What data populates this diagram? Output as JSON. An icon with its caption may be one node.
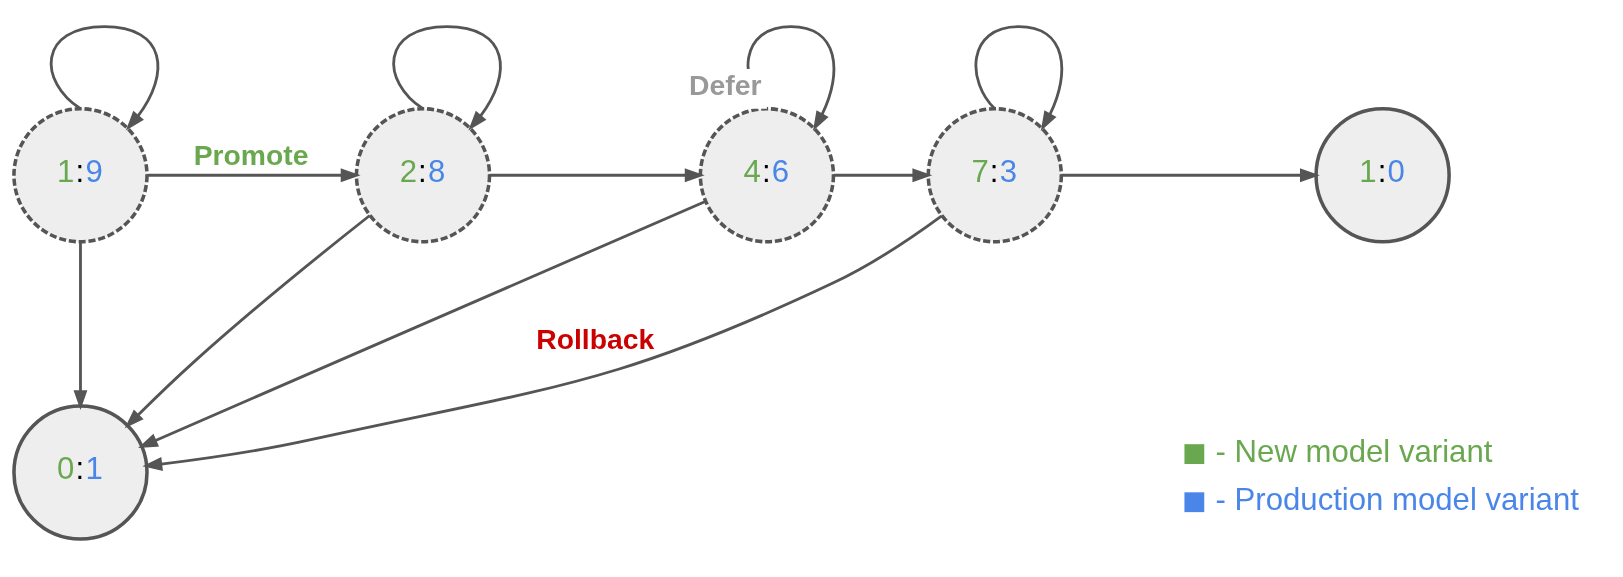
{
  "diagram": {
    "nodes": [
      {
        "text": [
          "1:9"
        ]
      },
      {
        "text": [
          "2:8"
        ]
      },
      {
        "text": [
          "4:6"
        ]
      },
      {
        "text": [
          "7:3"
        ]
      },
      {
        "text": [
          "1:0"
        ]
      },
      {
        "text": [
          "0:1"
        ]
      }
    ],
    "edges": [
      {
        "from": 0,
        "to": 0,
        "arrow": "to"
      },
      {
        "from": 1,
        "to": 1,
        "arrow": "to"
      },
      {
        "from": 2,
        "to": 2,
        "arrow": "to",
        "label": "Defer"
      },
      {
        "from": 3,
        "to": 3,
        "arrow": "to"
      },
      {
        "from": 0,
        "to": 1,
        "arrow": "to",
        "label": "Promote"
      },
      {
        "from": 1,
        "to": 2,
        "arrow": "to"
      },
      {
        "from": 2,
        "to": 3,
        "arrow": "to"
      },
      {
        "from": 3,
        "to": 4,
        "arrow": "to"
      },
      {
        "from": 0,
        "to": 5,
        "arrow": "to"
      },
      {
        "from": 1,
        "to": 5,
        "arrow": "to"
      },
      {
        "from": 2,
        "to": 5,
        "arrow": "to"
      },
      {
        "from": 3,
        "to": 5,
        "arrow": "to",
        "label": "Rollback"
      }
    ],
    "legend": [
      {
        "text": "- New model variant",
        "color": "#6aa84f"
      },
      {
        "text": "- Production model variant",
        "color": "#4a86e8"
      }
    ]
  }
}
